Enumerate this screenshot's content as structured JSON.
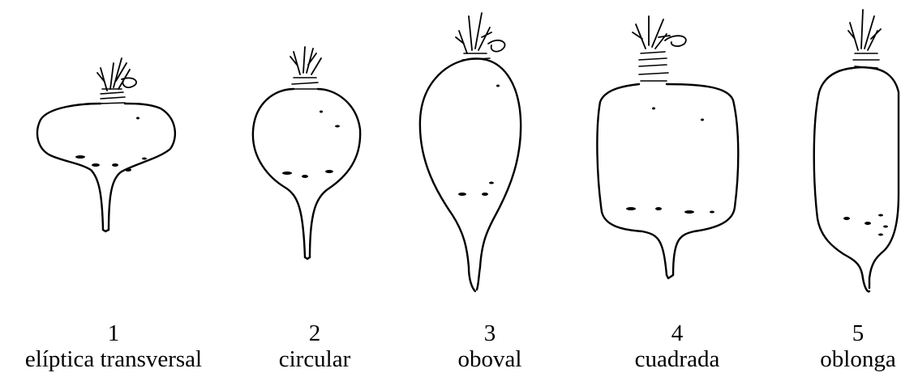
{
  "shapes": [
    {
      "number": "1",
      "name": "elíptica transversal"
    },
    {
      "number": "2",
      "name": "circular"
    },
    {
      "number": "3",
      "name": "oboval"
    },
    {
      "number": "4",
      "name": "cuadrada"
    },
    {
      "number": "5",
      "name": "oblonga"
    }
  ],
  "colors": {
    "ink": "#000000",
    "background": "#ffffff"
  }
}
